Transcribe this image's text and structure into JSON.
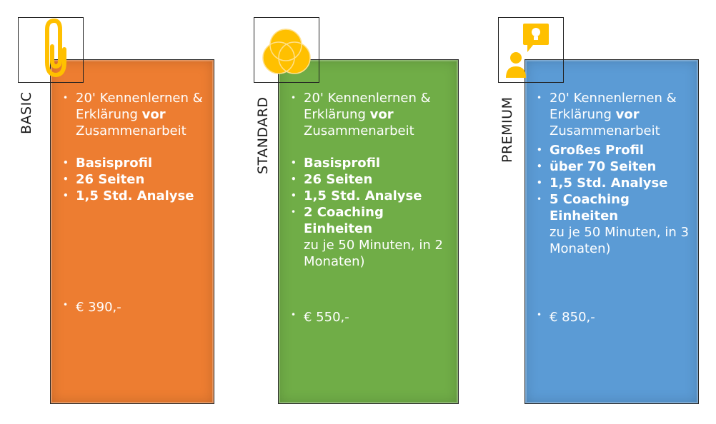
{
  "colors": {
    "basic": "#ed7d31",
    "standard": "#70ad47",
    "premium": "#5b9bd5",
    "icon": "#ffc000"
  },
  "plans": [
    {
      "label": "BASIC",
      "icon": "paperclip-icon",
      "intro": {
        "text": "20' Kennenlernen & Erklärung ",
        "emph": "vor",
        "tail": " Zusammenarbeit"
      },
      "features": [
        "Basisprofil",
        "26 Seiten",
        "1,5 Std. Analyse"
      ],
      "price": "€ 390,-"
    },
    {
      "label": "STANDARD",
      "icon": "venn-circles-icon",
      "intro": {
        "text": "20' Kennenlernen & Erklärung ",
        "emph": "vor",
        "tail": " Zusammenarbeit"
      },
      "features": [
        "Basisprofil",
        "26 Seiten",
        "1,5 Std. Analyse",
        "2 Coaching Einheiten"
      ],
      "note": "zu je 50 Minuten, in 2 Monaten)",
      "price": "€ 550,-"
    },
    {
      "label": "PREMIUM",
      "icon": "person-idea-icon",
      "intro": {
        "text": "20' Kennenlernen & Erklärung ",
        "emph": "vor",
        "tail": " Zusammenarbeit"
      },
      "features": [
        "Großes Profil",
        "über 70 Seiten",
        "1,5 Std. Analyse",
        "5 Coaching Einheiten"
      ],
      "note": "zu je 50 Minuten, in 3 Monaten)",
      "price": "€ 850,-"
    }
  ]
}
